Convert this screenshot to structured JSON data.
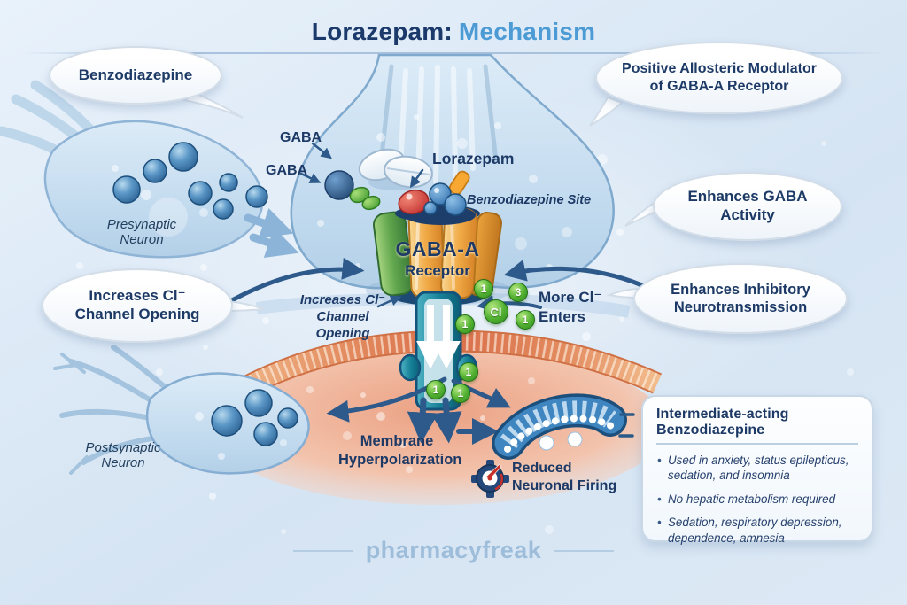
{
  "title": {
    "drug": "Lorazepam:",
    "suffix": "Mechanism"
  },
  "bubbles": {
    "benzodiazepine": "Benzodiazepine",
    "positive_allosteric": "Positive Allosteric Modulator of GABA-A Receptor",
    "enhances_gaba": "Enhances GABA Activity",
    "enhances_inhibitory": "Enhances Inhibitory Neurotransmission",
    "increases_cl": "Increases Cl⁻ Channel Opening"
  },
  "labels": {
    "gaba_1": "GABA",
    "gaba_2": "GABA",
    "lorazepam": "Lorazepam",
    "benzodiazepine_site": "Benzodiazepine Site",
    "receptor_name": "GABA-A",
    "receptor_word": "Receptor",
    "presynaptic_neuron": "Presynaptic Neuron",
    "postsynaptic_neuron": "Postsynaptic Neuron",
    "increases_cl_inline": "Increases Cl⁻ Channel Opening",
    "more_cl_enters": "More Cl⁻ Enters",
    "membrane_hyperpolarization": "Membrane Hyperpolarization",
    "reduced_neuronal_firing": "Reduced Neuronal Firing"
  },
  "ions": [
    "1",
    "3",
    "Cl",
    "1",
    "1",
    "1",
    "1",
    "1"
  ],
  "info_box": {
    "title": "Intermediate-acting Benzodiazepine",
    "bullets": [
      "Used in anxiety, status epilepticus, sedation, and insomnia",
      "No hepatic metabolism required",
      "Sedation, respiratory depression, dependence, amnesia"
    ]
  },
  "watermark": "pharmacyfreak",
  "colors": {
    "title_drug": "#1b3a6b",
    "title_suffix": "#4d9bd5",
    "label_navy": "#1d3a66",
    "arrow_blue": "#2d5a8a",
    "receptor_green": "#5a9a4a",
    "receptor_orange": "#efa93f",
    "channel_teal": "#157f96",
    "ion_green": "#45a82b",
    "membrane_orange": "#df7850",
    "background_blue": "#d9e7f4"
  }
}
